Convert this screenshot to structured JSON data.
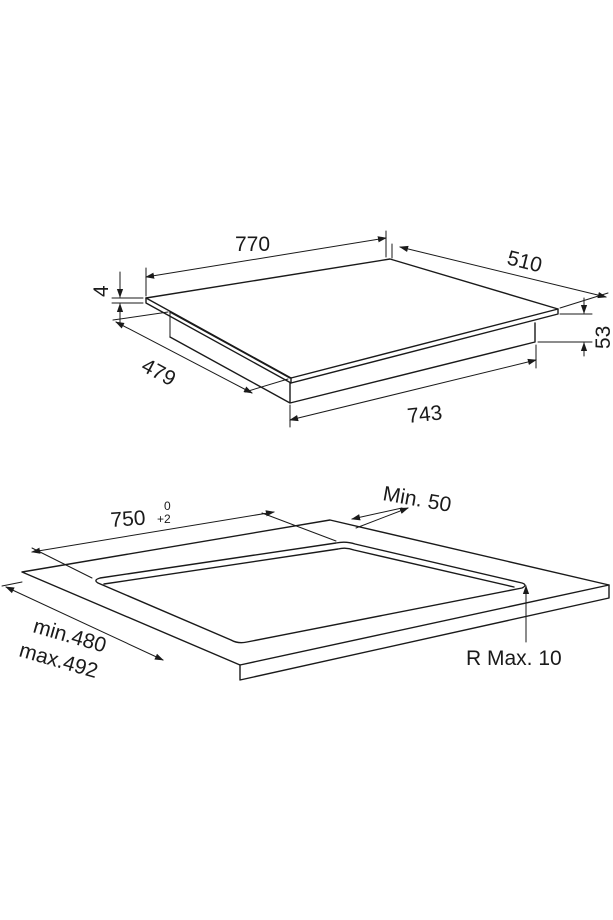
{
  "hob": {
    "width": "770",
    "depth": "510",
    "glass_thickness": "4",
    "under_height": "53",
    "body_depth": "479",
    "body_width": "743"
  },
  "cutout": {
    "width": "750",
    "width_tol_upper": "0",
    "width_tol_lower": "+2",
    "edge_distance": "Min. 50",
    "depth_min": "min.480",
    "depth_max": "max.492",
    "corner_radius": "R Max. 10"
  }
}
